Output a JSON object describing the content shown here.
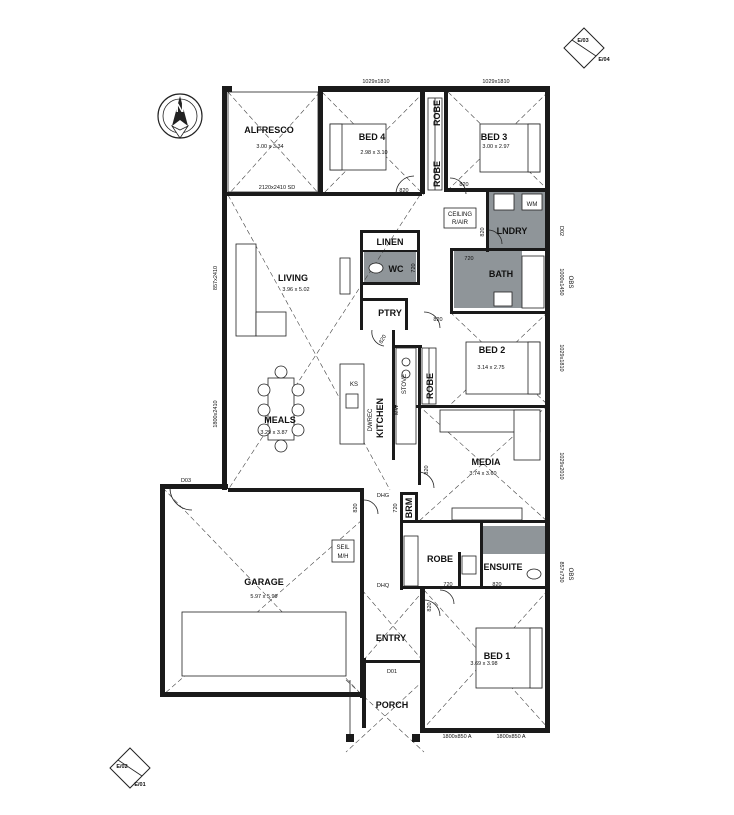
{
  "rooms": {
    "alfresco": {
      "label": "ALFRESCO",
      "size": "3.00 x 3.34"
    },
    "bed4": {
      "label": "BED 4",
      "size": "2.98 x 3.10"
    },
    "bed3": {
      "label": "BED 3",
      "size": "3.00 x 2.97"
    },
    "robe_top": {
      "label": "ROBE"
    },
    "robe_top2": {
      "label": "ROBE"
    },
    "living": {
      "label": "LIVING",
      "size": "3.96 x 5.02"
    },
    "meals": {
      "label": "MEALS",
      "size": "3.29 x 3.87"
    },
    "kitchen": {
      "label": "KITCHEN"
    },
    "linen": {
      "label": "LINEN"
    },
    "wc": {
      "label": "WC"
    },
    "ptry": {
      "label": "PTRY"
    },
    "lndry": {
      "label": "LNDRY"
    },
    "bath": {
      "label": "BATH"
    },
    "bed2": {
      "label": "BED 2",
      "size": "3.14 x 2.75"
    },
    "robe_bed2": {
      "label": "ROBE"
    },
    "media": {
      "label": "MEDIA",
      "size": "3.74 x 3.60"
    },
    "brm": {
      "label": "BRM"
    },
    "garage": {
      "label": "GARAGE",
      "size": "5.97 x 5.99"
    },
    "robe_ens": {
      "label": "ROBE"
    },
    "ensuite": {
      "label": "ENSUITE"
    },
    "entry": {
      "label": "ENTRY"
    },
    "bed1": {
      "label": "BED 1",
      "size": "3.69 x 3.98"
    },
    "porch": {
      "label": "PORCH"
    }
  },
  "notes": {
    "ceiling": "CEILING",
    "rair": "R/AIR",
    "seil": "SEIL",
    "mh": "M/H",
    "ks": "KS",
    "stove": "STOVE",
    "dwrec": "DWREC",
    "mw": "MW",
    "wm": "WM",
    "obs1": "OBS",
    "obs2": "OBS"
  },
  "dims": {
    "win_bed4": "1029x1810",
    "win_bed3": "1029x1810",
    "sd": "2120x2410 SD",
    "win_living": "857x2410",
    "win_meals": "1800x2410",
    "d820_bed4": "820",
    "d820_bed3": "820",
    "d820_lndry": "820",
    "d720_wc": "720",
    "d720_bath": "720",
    "d820_bed2": "820",
    "d820_ptry": "820",
    "d820_media": "820",
    "d820_garage": "820",
    "d720_brm": "720",
    "d720_robe": "720",
    "d820_ens": "820",
    "d820_bed1": "820",
    "d02": "D02",
    "win_bath": "1000x1450",
    "win_bed2": "1029x1810",
    "win_media": "1029x2010",
    "win_ens": "857x730",
    "d03": "D03",
    "dhg": "DHG",
    "dhq": "DHQ",
    "d01": "D01",
    "win_bed1a": "1800x850 A",
    "win_bed1b": "1800x850 A"
  },
  "markers": {
    "e03": "E/03",
    "e04": "E/04",
    "e02": "E/02",
    "e01": "E/01",
    "north": "N"
  }
}
